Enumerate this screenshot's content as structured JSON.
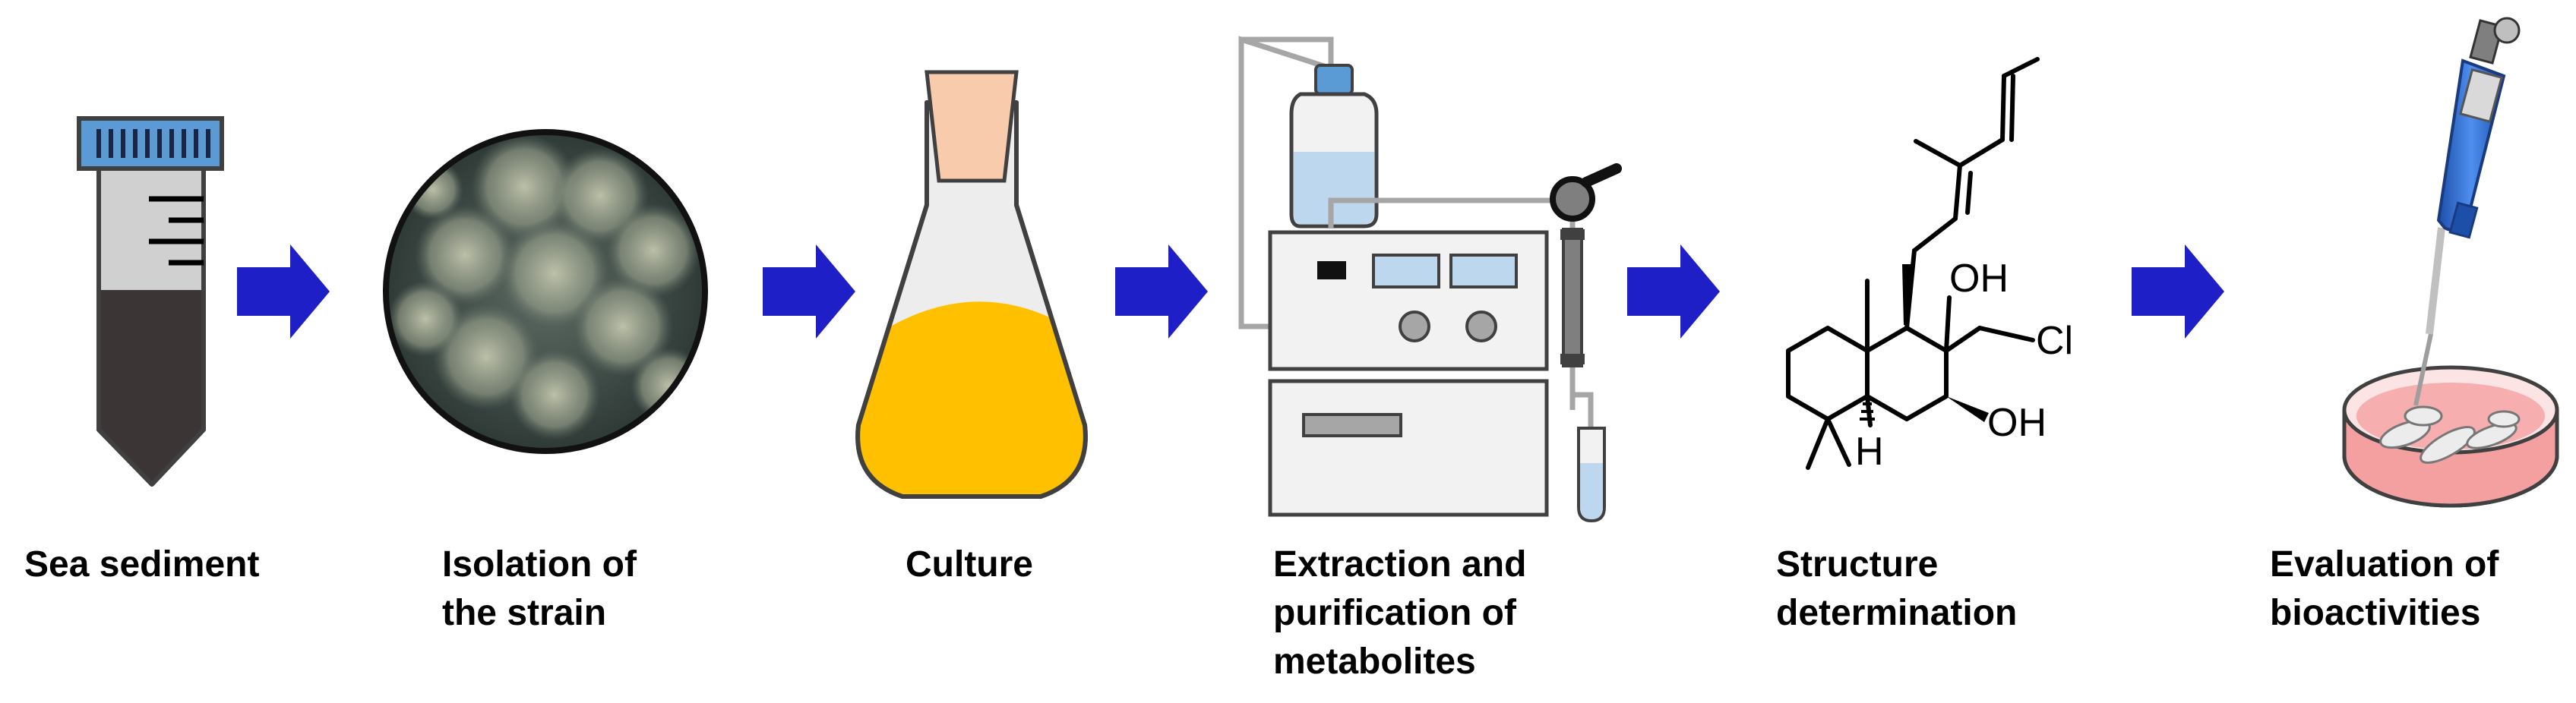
{
  "steps": [
    {
      "id": "sea-sediment",
      "lines": [
        "Sea sediment"
      ]
    },
    {
      "id": "isolation",
      "lines": [
        "Isolation of",
        "the strain"
      ]
    },
    {
      "id": "culture",
      "lines": [
        "Culture"
      ]
    },
    {
      "id": "extraction",
      "lines": [
        "Extraction and",
        "purification of",
        "metabolites"
      ]
    },
    {
      "id": "structure",
      "lines": [
        "Structure",
        "determination"
      ]
    },
    {
      "id": "evaluation",
      "lines": [
        "Evaluation of",
        "bioactivities"
      ]
    }
  ],
  "structure_labels": {
    "oh_top": "OH",
    "cl": "Cl",
    "oh_bottom": "OH",
    "h": "H"
  },
  "colors": {
    "arrow": "#1f1fc8",
    "tube_cap": "#5b9bd5",
    "sediment": "#3b3535",
    "flask_liquid": "#ffc000",
    "stopper": "#f8cbad",
    "reservoir_liquid": "#bdd7ee",
    "pipette_blue": "#2e6dd6",
    "petri_medium": "#f4a0a0"
  }
}
